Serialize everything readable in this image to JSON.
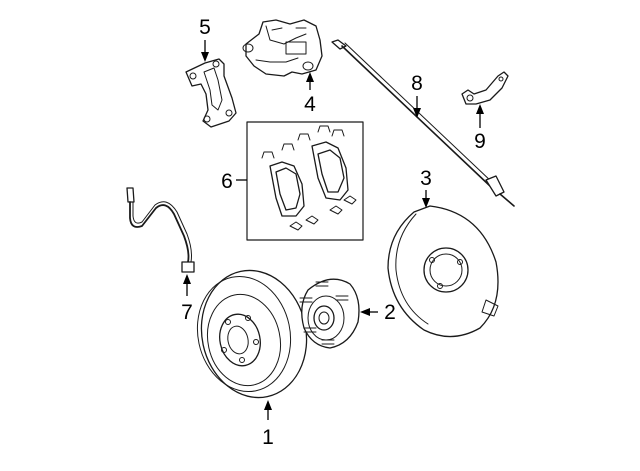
{
  "diagram": {
    "callouts": [
      {
        "number": "1",
        "part": "brake-rotor"
      },
      {
        "number": "2",
        "part": "hub-and-bearing"
      },
      {
        "number": "3",
        "part": "backing-plate"
      },
      {
        "number": "4",
        "part": "brake-caliper"
      },
      {
        "number": "5",
        "part": "caliper-bracket"
      },
      {
        "number": "6",
        "part": "brake-pad-kit"
      },
      {
        "number": "7",
        "part": "wear-sensor-cable"
      },
      {
        "number": "8",
        "part": "parking-brake-cable"
      },
      {
        "number": "9",
        "part": "mounting-bracket"
      }
    ],
    "colors": {
      "line": "#1a1a1a",
      "background": "#ffffff"
    }
  }
}
